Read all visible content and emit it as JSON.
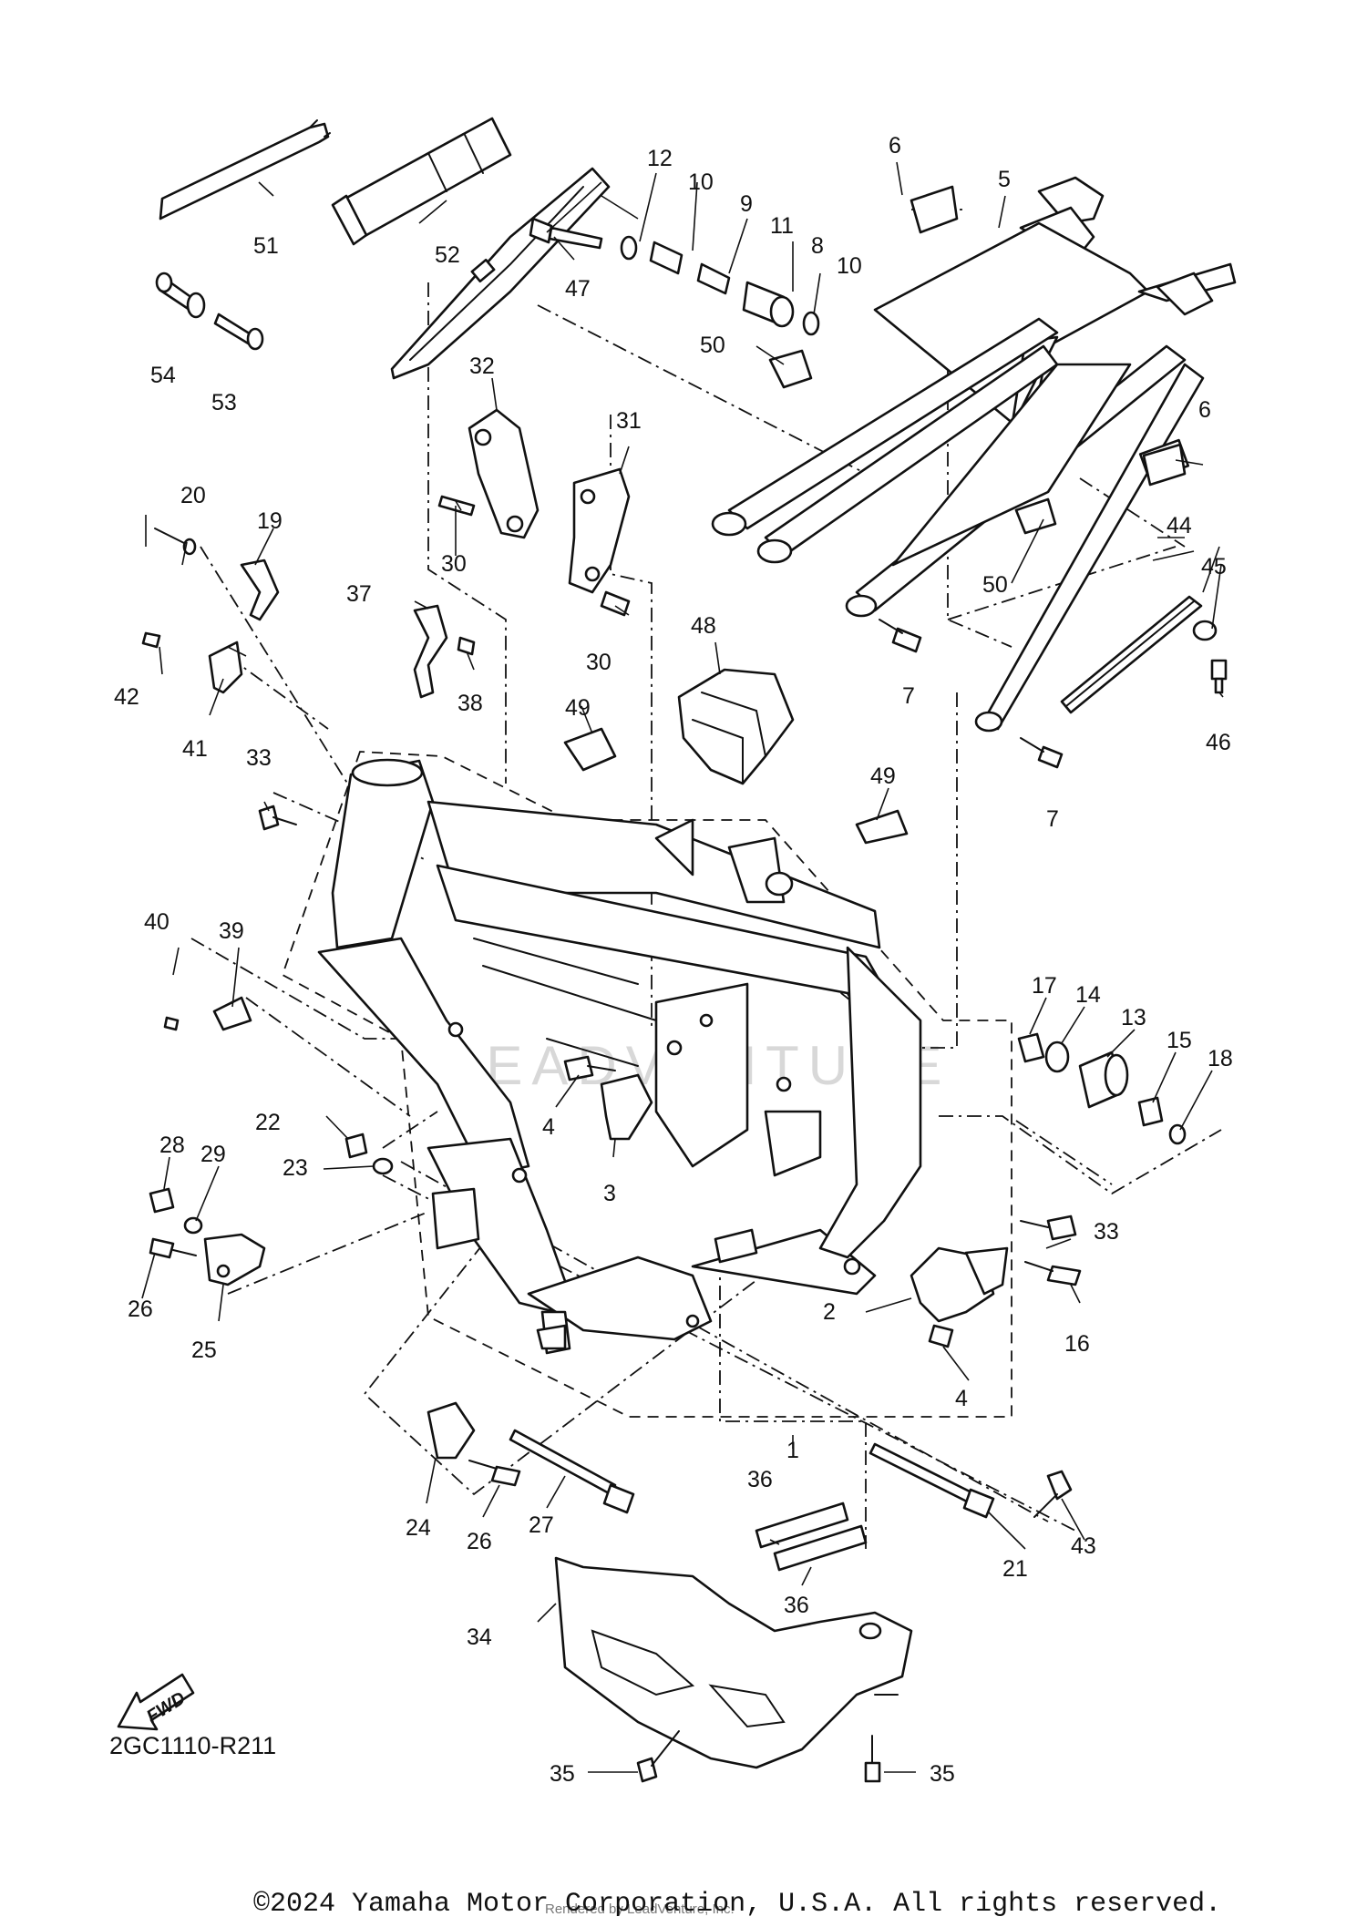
{
  "diagram_code": "2GC1110-R211",
  "fwd_label": "FWD",
  "watermark": "LEADVENTURE",
  "copyright": "©2024 Yamaha Motor Corporation, U.S.A. All rights reserved.",
  "rendered_by": "Rendered by LeadVenture, Inc.",
  "callouts": {
    "c1": "1",
    "c2": "2",
    "c3": "3",
    "c4a": "4",
    "c4b": "4",
    "c5": "5",
    "c6a": "6",
    "c6b": "6",
    "c7a": "7",
    "c7b": "7",
    "c8": "8",
    "c9": "9",
    "c10a": "10",
    "c10b": "10",
    "c11": "11",
    "c12": "12",
    "c13": "13",
    "c14": "14",
    "c15": "15",
    "c16": "16",
    "c17": "17",
    "c18": "18",
    "c19": "19",
    "c20": "20",
    "c21": "21",
    "c22": "22",
    "c23": "23",
    "c24": "24",
    "c25": "25",
    "c26a": "26",
    "c26b": "26",
    "c27": "27",
    "c28": "28",
    "c29": "29",
    "c30a": "30",
    "c30b": "30",
    "c31": "31",
    "c32": "32",
    "c33a": "33",
    "c33b": "33",
    "c34": "34",
    "c35a": "35",
    "c35b": "35",
    "c36a": "36",
    "c36b": "36",
    "c37": "37",
    "c38": "38",
    "c39": "39",
    "c40": "40",
    "c41": "41",
    "c42": "42",
    "c43": "43",
    "c44": "44",
    "c45": "45",
    "c46": "46",
    "c47": "47",
    "c48": "48",
    "c49a": "49",
    "c49b": "49",
    "c50a": "50",
    "c50b": "50",
    "c51": "51",
    "c52": "52",
    "c53": "53",
    "c54": "54"
  }
}
